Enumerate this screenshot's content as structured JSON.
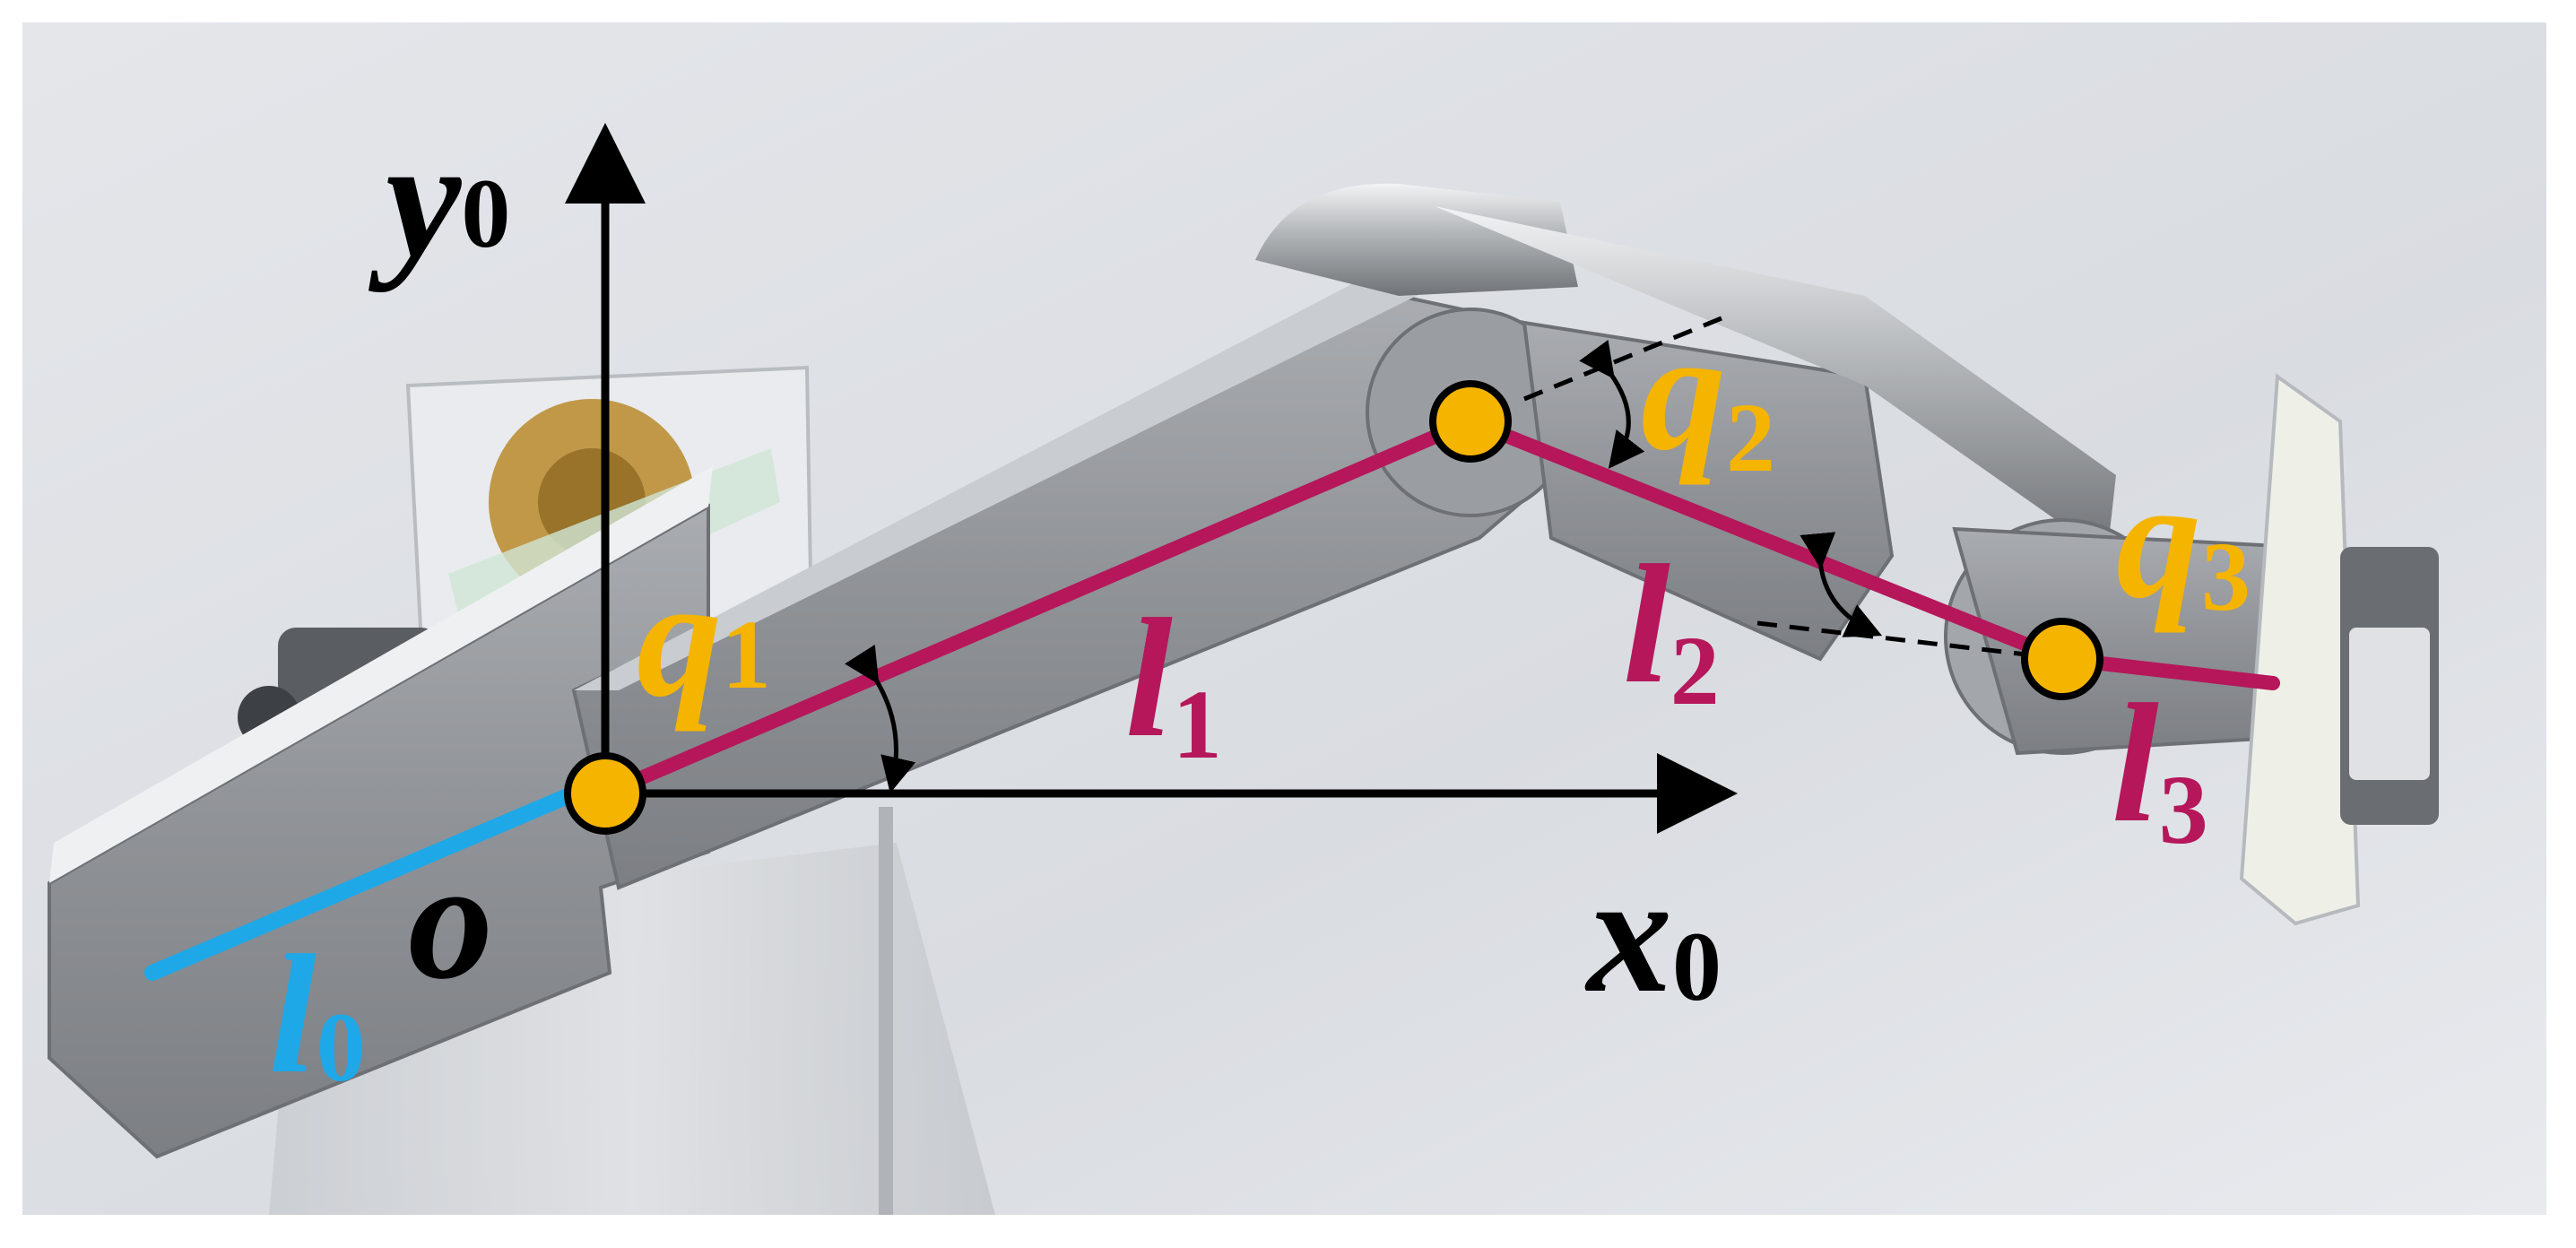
{
  "labels": {
    "y_axis": {
      "main": "y",
      "sub": "0"
    },
    "x_axis": {
      "main": "x",
      "sub": "0"
    },
    "origin": "o",
    "q1": {
      "main": "q",
      "sub": "1"
    },
    "q2": {
      "main": "q",
      "sub": "2"
    },
    "q3": {
      "main": "q",
      "sub": "3"
    },
    "l0": {
      "main": "l",
      "sub": "0"
    },
    "l1": {
      "main": "l",
      "sub": "1"
    },
    "l2": {
      "main": "l",
      "sub": "2"
    },
    "l3": {
      "main": "l",
      "sub": "3"
    }
  },
  "colors": {
    "joint": "#f5b400",
    "link": "#b5175a",
    "base_link": "#1fa8e8",
    "axis": "#000000",
    "joint_label": "#f5b400"
  },
  "icons": [
    "robot-arm-illustration",
    "joint-marker",
    "coordinate-axes"
  ]
}
